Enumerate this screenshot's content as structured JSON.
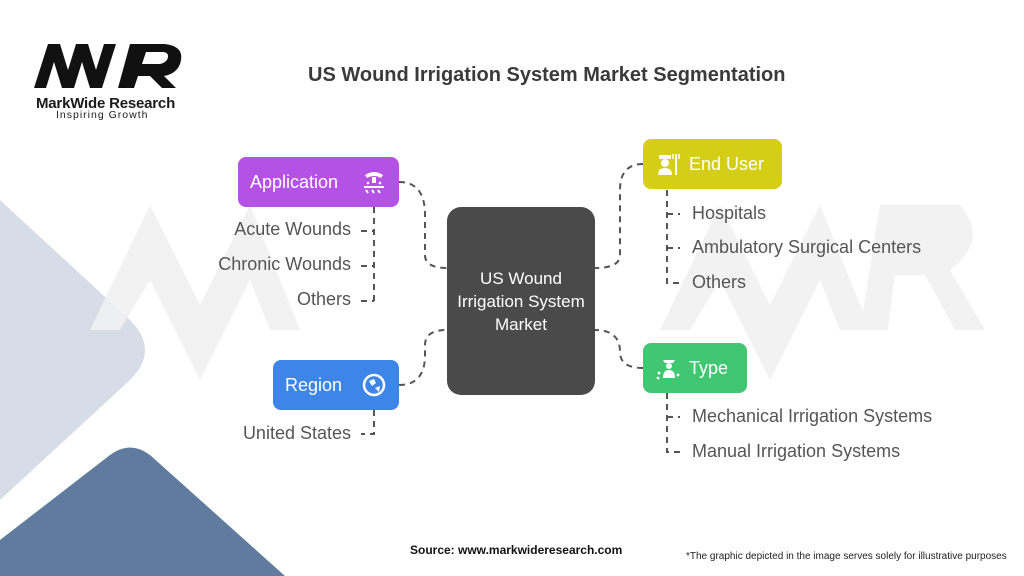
{
  "logo": {
    "monogram": "MWR",
    "brand": "MarkWide Research",
    "tagline": "Inspiring Growth"
  },
  "title": "US Wound Irrigation System Market Segmentation",
  "center": "US Wound Irrigation System Market",
  "categories": {
    "application": {
      "label": "Application",
      "color": "#b552e6",
      "icon": "irrigation-sprinkler-icon",
      "items": [
        "Acute Wounds",
        "Chronic Wounds",
        "Others"
      ]
    },
    "region": {
      "label": "Region",
      "color": "#3d86e8",
      "icon": "globe-icon",
      "items": [
        "United States"
      ]
    },
    "end_user": {
      "label": "End User",
      "color": "#d5ce17",
      "icon": "farmer-icon",
      "items": [
        "Hospitals",
        "Ambulatory Surgical Centers",
        "Others"
      ]
    },
    "type": {
      "label": "Type",
      "color": "#41c772",
      "icon": "gardener-icon",
      "items": [
        "Mechanical Irrigation Systems",
        "Manual Irrigation Systems"
      ]
    }
  },
  "source": "Source: www.markwideresearch.com",
  "disclaimer": "*The graphic depicted in the image serves solely for illustrative purposes"
}
